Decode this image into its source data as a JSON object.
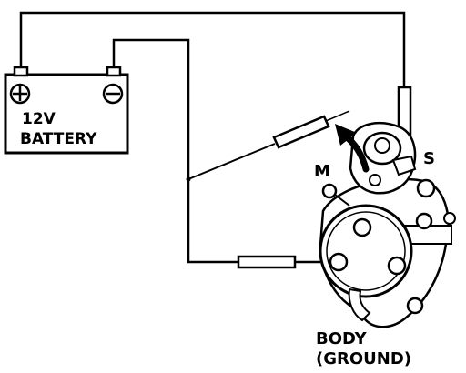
{
  "battery": {
    "label_line1": "12V",
    "label_line2": "BATTERY",
    "positive_symbol": "⊕",
    "negative_symbol": "⊖"
  },
  "starter": {
    "terminal_m_label": "M",
    "terminal_s_label": "S",
    "body_label_line1": "BODY",
    "body_label_line2": "(GROUND)"
  }
}
